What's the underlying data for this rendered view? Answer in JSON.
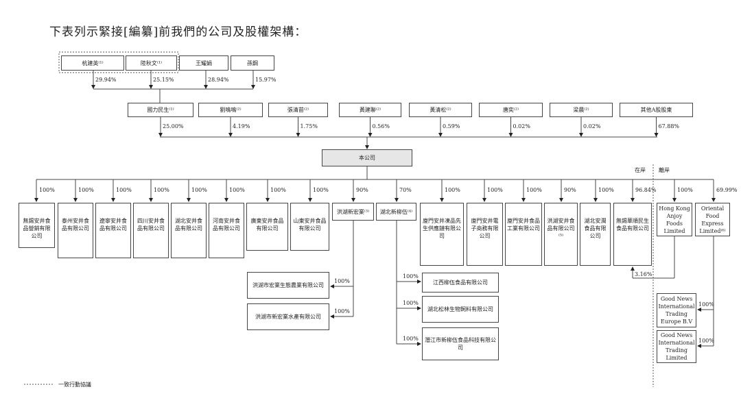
{
  "title": "下表列示緊接[編纂]前我們的公司及股權架構：",
  "owners": [
    {
      "name": "杭建英⁽¹⁾",
      "pct": "29.94%"
    },
    {
      "name": "陸秋文⁽¹⁾",
      "pct": "25.15%"
    },
    {
      "name": "王耀娟",
      "pct": "28.94%"
    },
    {
      "name": "孫鋼",
      "pct": "15.97%"
    }
  ],
  "shareholders": [
    {
      "name": "國力民生⁽¹⁾",
      "pct": "25.00%"
    },
    {
      "name": "劉鳴鳴⁽²⁾",
      "pct": "4.19%"
    },
    {
      "name": "張清苗⁽²⁾",
      "pct": "1.75%"
    },
    {
      "name": "黃建聯⁽²⁾",
      "pct": "0.56%"
    },
    {
      "name": "黃清松⁽²⁾",
      "pct": "0.59%"
    },
    {
      "name": "唐奕⁽²⁾",
      "pct": "0.02%"
    },
    {
      "name": "梁晨⁽²⁾",
      "pct": "0.02%"
    },
    {
      "name": "其他A股股東",
      "pct": "67.88%"
    }
  ],
  "company": "本公司",
  "onshore": "在岸",
  "offshore": "離岸",
  "subs": [
    {
      "name": "無錫安井食品營銷有限公司",
      "pct": "100%"
    },
    {
      "name": "泰州安井食品有限公司",
      "pct": "100%"
    },
    {
      "name": "遼寧安井食品有限公司",
      "pct": "100%"
    },
    {
      "name": "四川安井食品有限公司",
      "pct": "100%"
    },
    {
      "name": "湖北安井食品有限公司",
      "pct": "100%"
    },
    {
      "name": "河南安井食品有限公司",
      "pct": "100%"
    },
    {
      "name": "廣東安井食品有限公司",
      "pct": "100%"
    },
    {
      "name": "山東安井食品有限公司",
      "pct": "100%"
    },
    {
      "name": "洪湖新宏業⁽³⁾",
      "pct": "90%"
    },
    {
      "name": "湖北新柳伍⁽⁴⁾",
      "pct": "70%"
    },
    {
      "name": "廈門安井凍品先生供應鏈有限公司",
      "pct": "100%"
    },
    {
      "name": "廈門安井電子商務有限公司",
      "pct": "100%"
    },
    {
      "name": "廈門安井食品工業有限公司",
      "pct": "100%"
    },
    {
      "name": "洪湖安井食品有限公司⁽⁵⁾",
      "pct": "90%"
    },
    {
      "name": "湖北安潤食品有限公司",
      "pct": "100%"
    },
    {
      "name": "無錫華順民生食品有限公司",
      "pct": "96.84%"
    },
    {
      "name": "Hong Kong Anjoy Foods Limited",
      "pct": "100%"
    },
    {
      "name": "Oriental Food Express Limited⁽⁶⁾",
      "pct": "69.99%"
    }
  ],
  "hongye_subs": [
    {
      "name": "洪湖市宏業生態農業有限公司",
      "pct": "100%"
    },
    {
      "name": "洪湖市新宏業水產有限公司",
      "pct": "100%"
    }
  ],
  "liuwu_subs": [
    {
      "name": "江西柳伍食品有限公司",
      "pct": "100%"
    },
    {
      "name": "湖北松林生物飼料有限公司",
      "pct": "100%"
    },
    {
      "name": "潛江市新柳伍食品科技有限公司",
      "pct": "100%"
    }
  ],
  "hk_to_huashun_pct": "3.16%",
  "oriental_subs": [
    {
      "name": "Good News International Trading Europe B.V",
      "pct": "100%"
    },
    {
      "name": "Good News International Trading Limited",
      "pct": "100%"
    }
  ],
  "legend": "一致行動協議"
}
